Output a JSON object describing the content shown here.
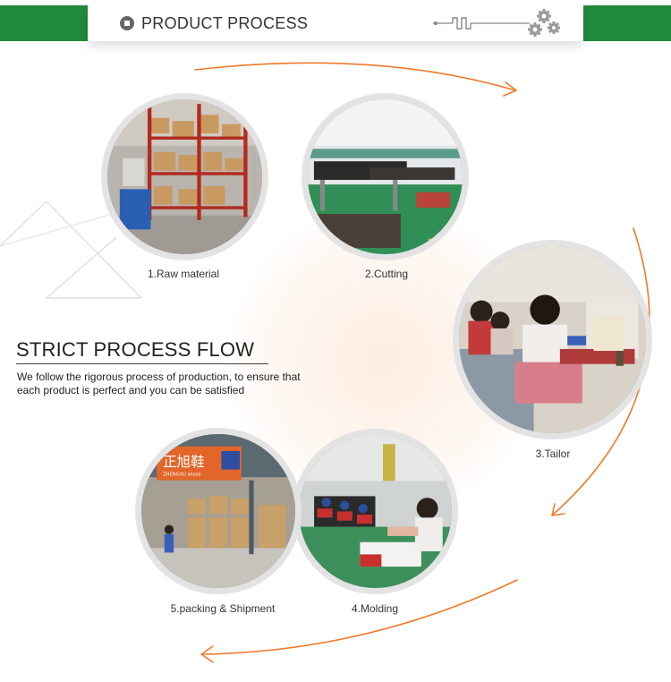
{
  "header": {
    "title": "PRODUCT PROCESS",
    "icon": "circle-square-icon",
    "decor_icons": [
      "circuit-wire-icon",
      "gears-icon"
    ],
    "accent_color": "#1f8a3b"
  },
  "section": {
    "heading": "STRICT PROCESS FLOW",
    "description": "We follow the rigorous process of production, to ensure that each product is perfect and you can be satisfied"
  },
  "steps": [
    {
      "label": "1.Raw material"
    },
    {
      "label": "2.Cutting"
    },
    {
      "label": "3.Tailor"
    },
    {
      "label": "4.Molding"
    },
    {
      "label": "5.packing & Shipment"
    }
  ],
  "photo_signs": {
    "packing_banner": "正旭鞋",
    "packing_banner_sub": "ZHENGXU shoes"
  },
  "arrow_color": "#f07a2a"
}
